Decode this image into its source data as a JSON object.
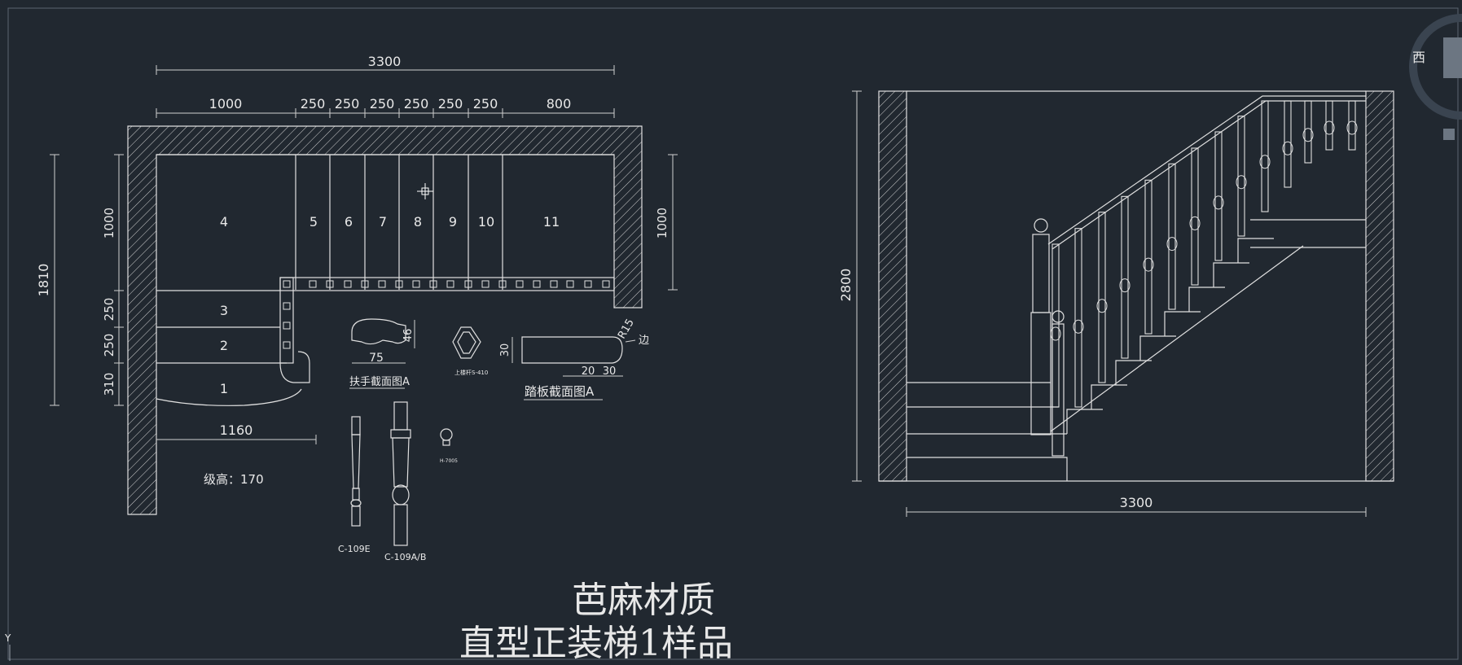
{
  "plan": {
    "overall_width": "3300",
    "segments": [
      "1000",
      "250",
      "250",
      "250",
      "250",
      "250",
      "250",
      "800"
    ],
    "left_total": "1810",
    "left_top": "1000",
    "left_mid1": "250",
    "left_mid2": "250",
    "left_bottom": "310",
    "right_side": "1000",
    "step_numbers": [
      "1",
      "2",
      "3",
      "4",
      "5",
      "6",
      "7",
      "8",
      "9",
      "10",
      "11"
    ],
    "first_step_width": "1160",
    "riser_height_label": "级高：170"
  },
  "details": {
    "handrail_width": "75",
    "handrail_height": "46",
    "handrail_caption": "扶手截面图A",
    "tread_thickness": "30",
    "tread_radius": "R15",
    "tread_edge": "边",
    "tread_dim1": "20",
    "tread_dim2": "30",
    "tread_caption": "踏板截面图A",
    "baluster_small_label": "C-109E",
    "baluster_large_label": "C-109A/B",
    "post_label": "H-7005",
    "rosette_label": "上楼杆S-410"
  },
  "elevation": {
    "height": "2800",
    "width": "3300"
  },
  "title": {
    "line1": "芭麻材质",
    "line2": "直型正装梯1样品"
  },
  "viewcube": {
    "west_label": "西"
  },
  "ucs": {
    "y_label": "Y"
  }
}
